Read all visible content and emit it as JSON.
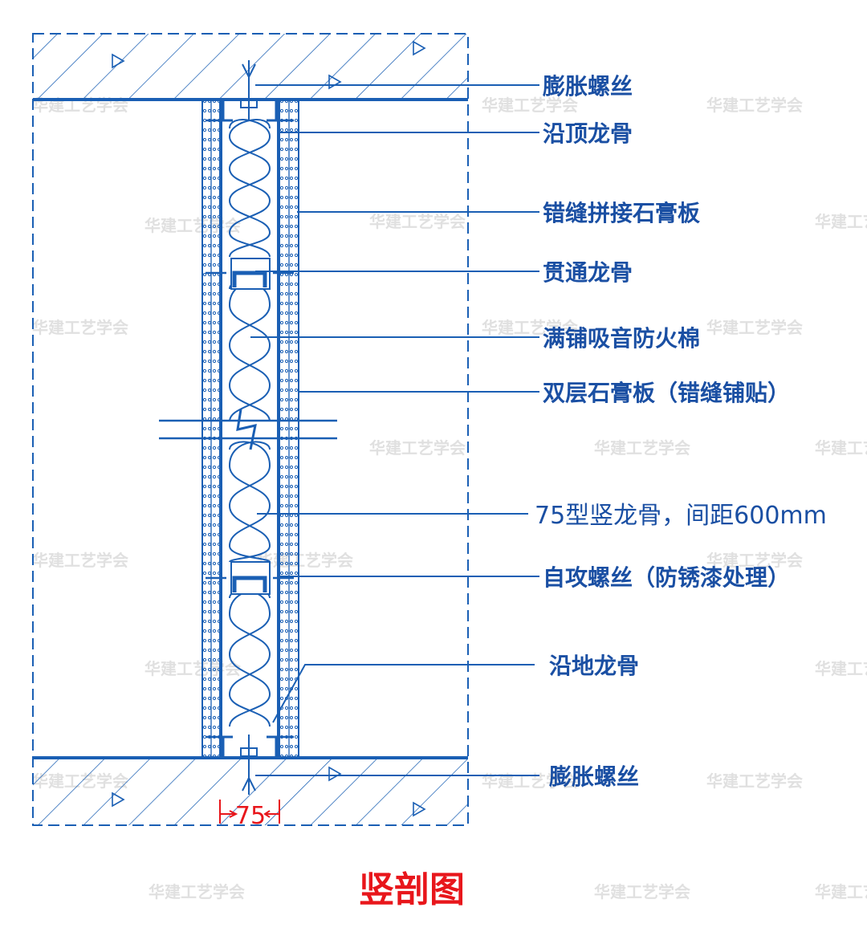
{
  "labels": {
    "anchor_bolt_top": "膨胀螺丝",
    "top_track": "沿顶龙骨",
    "staggered_gypsum": "错缝拼接石膏板",
    "through_channel": "贯通龙骨",
    "insulation": "满铺吸音防火棉",
    "double_gypsum": "双层石膏板（错缝铺贴）",
    "stud": "75型竖龙骨，间距600mm",
    "self_tapping_screw": "自攻螺丝（防锈漆处理）",
    "floor_track": "沿地龙骨",
    "anchor_bolt_bottom": "膨胀螺丝"
  },
  "dimension": "75",
  "title": "竖剖图",
  "watermark": "华建工艺学会",
  "colors": {
    "line": "#1a5fb4",
    "label": "#1a4fa3",
    "title": "#e8161b"
  }
}
